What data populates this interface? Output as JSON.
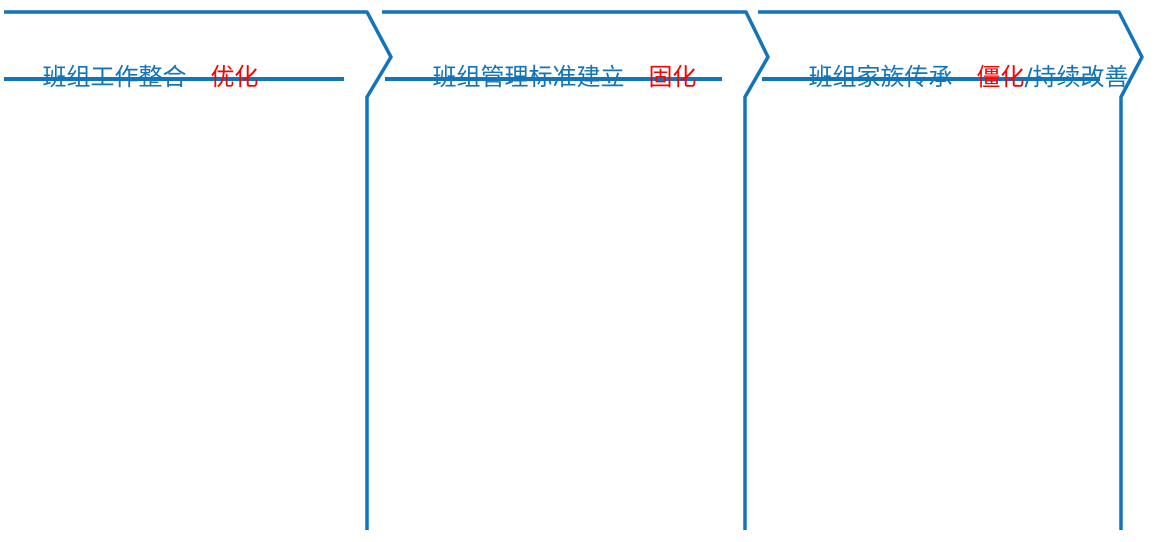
{
  "diagram": {
    "type": "process-chevron-banners",
    "colors": {
      "line": "#1274BB",
      "title_text": "#1274BB",
      "highlight_text": "#FF0000",
      "background": "#FFFFFF"
    },
    "banners": [
      {
        "title": "班组工作整合",
        "separator": " - ",
        "highlight": "优化",
        "suffix": ""
      },
      {
        "title": "班组管理标准建立",
        "separator": " - ",
        "highlight": "固化",
        "suffix": ""
      },
      {
        "title": "班组家族传承",
        "separator": " - ",
        "highlight": "僵化",
        "suffix": "/持续改善"
      }
    ]
  }
}
